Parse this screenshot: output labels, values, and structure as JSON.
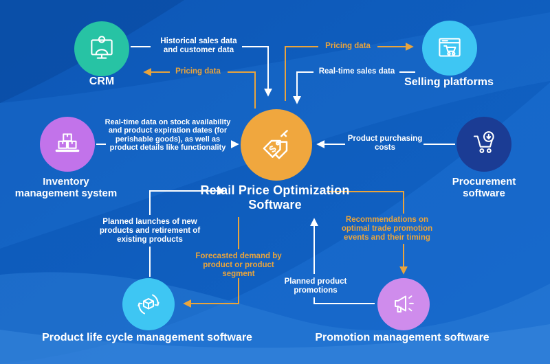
{
  "title": "Retail Price Optimization Software",
  "center": {
    "label": "Retail Price Optimization Software",
    "icon": "price-tag-icon",
    "color": "#f0a73e"
  },
  "nodes": {
    "crm": {
      "label": "CRM",
      "color": "#27c3a4",
      "icon": "monitor-user-icon"
    },
    "selling": {
      "label": "Selling platforms",
      "color": "#3ec6f3",
      "icon": "online-store-cart-icon"
    },
    "inventory": {
      "label": "Inventory management system",
      "color": "#c273ea",
      "icon": "stacked-boxes-icon"
    },
    "procurement": {
      "label": "Procurement software",
      "color": "#1b3c94",
      "icon": "cart-download-icon"
    },
    "plm": {
      "label": "Product life cycle management software",
      "color": "#3ec6f3",
      "icon": "cube-cycle-icon"
    },
    "promotion": {
      "label": "Promotion management software",
      "color": "#cf8cec",
      "icon": "megaphone-icon"
    }
  },
  "flows": {
    "historical_sales": {
      "label": "Historical sales data and customer data",
      "color": "#ffffff",
      "from": "crm",
      "to": "center"
    },
    "pricing_to_crm": {
      "label": "Pricing data",
      "color": "#e9a43c",
      "from": "center",
      "to": "crm"
    },
    "pricing_to_selling": {
      "label": "Pricing data",
      "color": "#e9a43c",
      "from": "center",
      "to": "selling"
    },
    "realtime_sales": {
      "label": "Real-time sales data",
      "color": "#ffffff",
      "from": "selling",
      "to": "center"
    },
    "stock_data": {
      "label": "Real-time data on stock availability and product expiration dates (for perishable goods), as well as product details like functionality",
      "color": "#ffffff",
      "from": "inventory",
      "to": "center"
    },
    "purchasing_costs": {
      "label": "Product purchasing costs",
      "color": "#ffffff",
      "from": "procurement",
      "to": "center"
    },
    "planned_launches": {
      "label": "Planned launches of new products and retirement of existing products",
      "color": "#ffffff",
      "from": "plm",
      "to": "center"
    },
    "forecasted_demand": {
      "label": "Forecasted demand by product or product segment",
      "color": "#e9a43c",
      "from": "center",
      "to": "plm"
    },
    "recommendations": {
      "label": "Recommendations on optimal trade promotion events and their timing",
      "color": "#e9a43c",
      "from": "center",
      "to": "promotion"
    },
    "planned_promotions": {
      "label": "Planned product promotions",
      "color": "#ffffff",
      "from": "promotion",
      "to": "center"
    }
  },
  "colors": {
    "background": "#1060c0",
    "background_dark": "#0a4da6",
    "background_light": "#2e80da",
    "accent_orange": "#e9a43c",
    "text": "#ffffff"
  }
}
